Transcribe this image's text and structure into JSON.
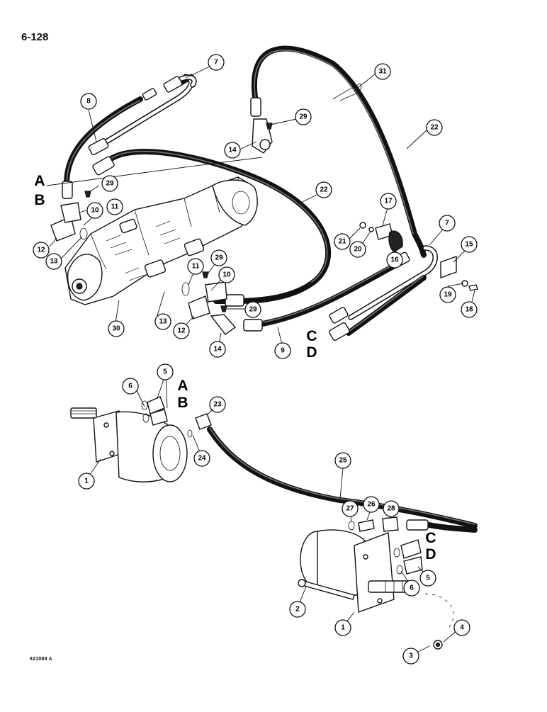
{
  "page": {
    "number": "6-128",
    "figure_code": "821089 A"
  },
  "connection_letters": [
    "A",
    "B",
    "C",
    "D"
  ],
  "callouts": {
    "c1a": "1",
    "c1b": "1",
    "c2": "2",
    "c3": "3",
    "c4": "4",
    "c5a": "5",
    "c5b": "5",
    "c6a": "6",
    "c6b": "6",
    "c7a": "7",
    "c7b": "7",
    "c8": "8",
    "c9": "9",
    "c10a": "10",
    "c10b": "10",
    "c11a": "11",
    "c11b": "11",
    "c12a": "12",
    "c12b": "12",
    "c13a": "13",
    "c13b": "13",
    "c14a": "14",
    "c14b": "14",
    "c15": "15",
    "c16": "16",
    "c17": "17",
    "c18": "18",
    "c19": "19",
    "c20": "20",
    "c21": "21",
    "c22a": "22",
    "c22b": "22",
    "c23": "23",
    "c24": "24",
    "c25": "25",
    "c26": "26",
    "c27": "27",
    "c28": "28",
    "c29a": "29",
    "c29b": "29",
    "c29c": "29",
    "c29d": "29",
    "c30": "30",
    "c31": "31"
  }
}
